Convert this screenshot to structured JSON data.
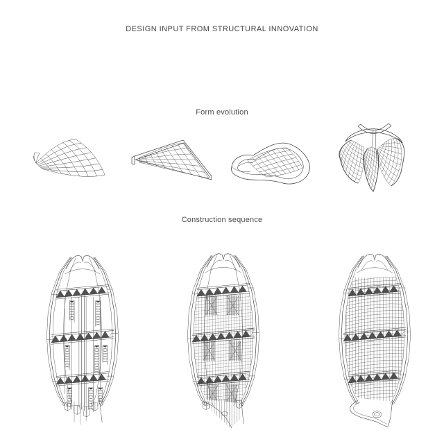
{
  "page": {
    "title": "DESIGN INPUT FROM STRUCTURAL INNOVATION",
    "background": "#ffffff",
    "ink": "#474747",
    "grid_ink": "#5a5a5a",
    "dark_fill": "#3a3a3a"
  },
  "sections": {
    "form_evolution": {
      "label": "Form evolution",
      "figures": [
        {
          "name": "tensile-point-surface-wireframe"
        },
        {
          "name": "edge-framed-sail-wireframe"
        },
        {
          "name": "saddle-ring-shell-wireframe"
        },
        {
          "name": "petal-cluster-shell-wireframe"
        }
      ]
    },
    "construction_sequence": {
      "label": "Construction sequence",
      "stages": [
        {
          "name": "stage-1-primary-truss-structure"
        },
        {
          "name": "stage-2-floor-framing-infill"
        },
        {
          "name": "stage-3-facade-grid-complete"
        }
      ]
    }
  }
}
